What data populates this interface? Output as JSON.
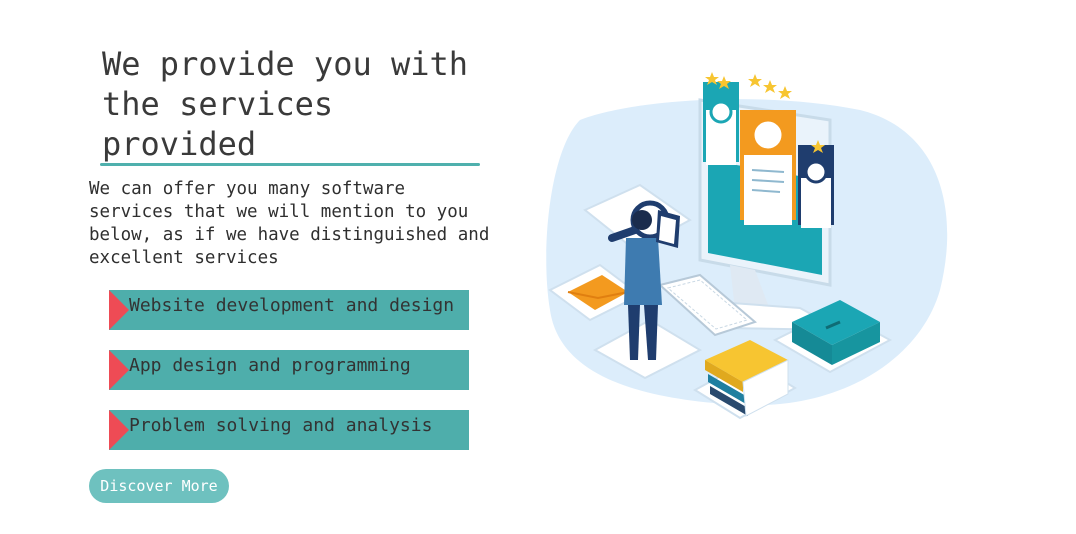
{
  "hero": {
    "title": "We provide you with the services provided",
    "intro": "We can offer you many software services that we will mention to you below, as if we have distinguished and excellent services"
  },
  "services": [
    {
      "label": "Website development and design"
    },
    {
      "label": "App design and programming"
    },
    {
      "label": "Problem solving and analysis"
    }
  ],
  "cta": {
    "label": "Discover More"
  },
  "colors": {
    "accent": "#4eaeab",
    "marker": "#ee4b55",
    "button": "#6ec1bf",
    "blob": "#dcedfb"
  },
  "illustration": {
    "icons": [
      "computer-monitor-icon",
      "profile-card-icon",
      "star-rating-icon",
      "person-with-document-icon",
      "magnifier-icon",
      "envelope-icon",
      "keyboard-icon",
      "books-icon",
      "briefcase-icon"
    ]
  }
}
